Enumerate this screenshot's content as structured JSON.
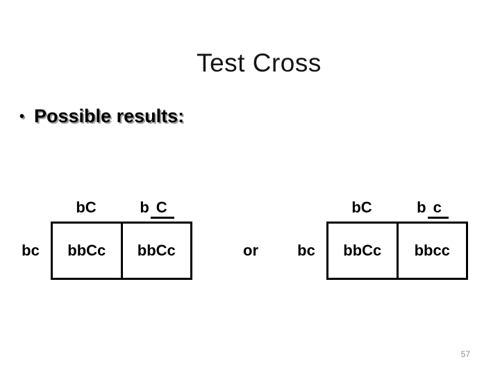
{
  "slide": {
    "title": "Test Cross",
    "bullet_marker": "•",
    "bullet_text": "Possible results:",
    "or_label": "or",
    "page_number": "57"
  },
  "left_table": {
    "col_header_1": "bC",
    "col_header_2_prefix": "b",
    "col_header_2_underlined": "C",
    "row_header": "bc",
    "cells": [
      "bbCc",
      "bbCc"
    ]
  },
  "right_table": {
    "col_header_1": "bC",
    "col_header_2_prefix": "b",
    "col_header_2_underlined": "c",
    "row_header": "bc",
    "cells": [
      "bbCc",
      "bbcc"
    ]
  },
  "colors": {
    "text": "#000000",
    "title_text": "#141414",
    "bullet_shadow": "#9e9e9e",
    "table_border": "#000000",
    "page_number": "#8c8c8c",
    "background": "#ffffff"
  }
}
